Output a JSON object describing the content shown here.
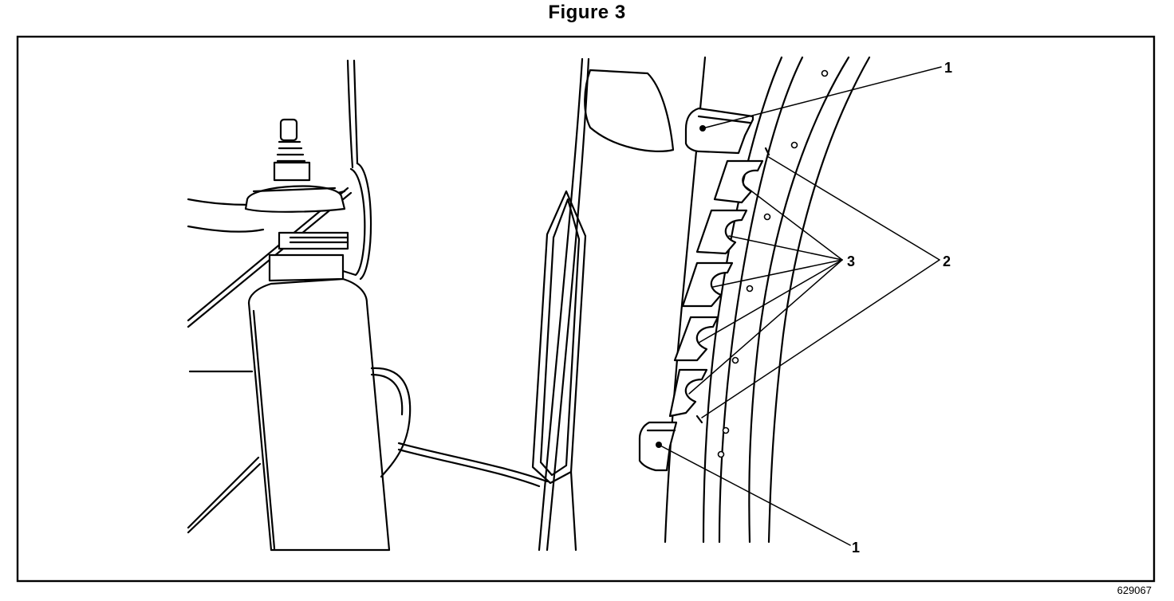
{
  "figure": {
    "title": "Figure 3",
    "id": "629067"
  },
  "callouts": [
    {
      "label": "1"
    },
    {
      "label": "2"
    },
    {
      "label": "3"
    },
    {
      "label": "1"
    }
  ]
}
